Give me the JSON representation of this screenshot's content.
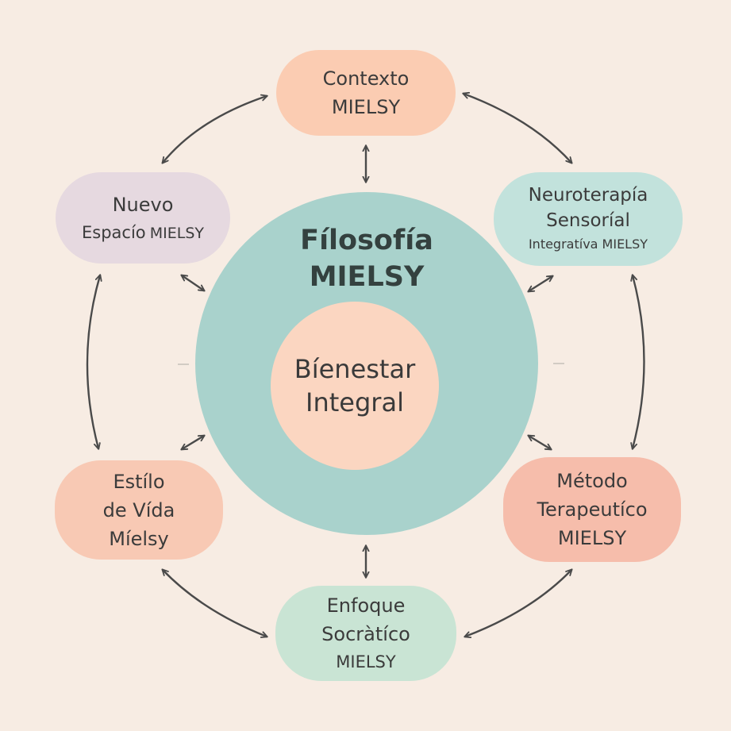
{
  "colors": {
    "background": "#f7ece3",
    "outer_circle": "#a9d2cc",
    "inner_circle": "#fbd6c1",
    "arrow": "#4a4a4a",
    "contexto": "#fbccb2",
    "nuevo": "#e6d9e0",
    "neuro": "#c2e2dc",
    "estilo": "#f8c9b4",
    "metodo": "#f6bdab",
    "enfoque": "#c9e4d4"
  },
  "center": {
    "outer_title_line1": "Fílosofía",
    "outer_title_line2": "MIELSY",
    "inner_title_line1": "Bíenestar",
    "inner_title_line2": "Integral"
  },
  "nodes": {
    "contexto": {
      "line1": "Contexto",
      "line2": "MIELSY"
    },
    "nuevo": {
      "line1": "Nuevo",
      "line2a": "Espacío",
      "line2b": "MIELSY"
    },
    "neuro": {
      "line1": "Neuroterapía",
      "line2": "Sensoríal",
      "line3": "Integratíva MIELSY"
    },
    "estilo": {
      "line1": "Estílo",
      "line2": "de Vída",
      "line3": "Míelsy"
    },
    "metodo": {
      "line1": "Método",
      "line2": "Terapeutíco",
      "line3": "MIELSY"
    },
    "enfoque": {
      "line1": "Enfoque",
      "line2": "Socràtíco",
      "line3": "MIELSY"
    }
  }
}
